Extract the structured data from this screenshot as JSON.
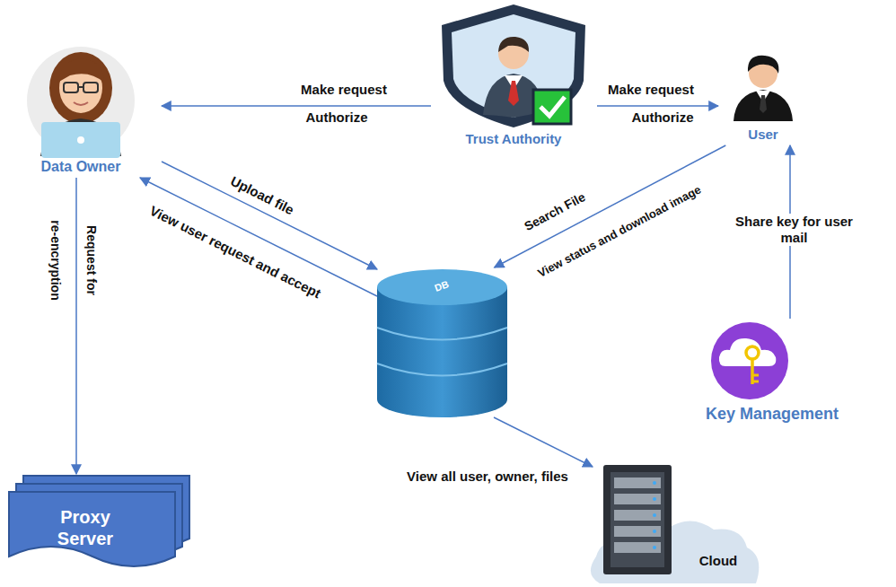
{
  "diagram": {
    "nodes": [
      {
        "text": [
          "Trust Authority"
        ]
      },
      {
        "text": [
          "Data Owner"
        ]
      },
      {
        "text": [
          "User"
        ]
      },
      {
        "text": [
          "DB"
        ]
      },
      {
        "text": [
          "Key Management"
        ]
      },
      {
        "text": [
          "Proxy Server"
        ]
      },
      {
        "text": [
          "Cloud"
        ]
      }
    ],
    "edges": [
      {
        "from": 0,
        "to": 1,
        "arrow": "to",
        "label": "Make request"
      },
      {
        "from": 0,
        "to": 2,
        "arrow": "to",
        "label": "Make request"
      },
      {
        "from": 1,
        "to": 3,
        "arrow": "to",
        "label": "Upload file"
      },
      {
        "from": 3,
        "to": 1,
        "arrow": "to",
        "label": "View user request and accept"
      },
      {
        "from": 2,
        "to": 3,
        "arrow": "to",
        "label": "Search File"
      },
      {
        "from": 1,
        "to": 5,
        "arrow": "to",
        "label": "Request for"
      },
      {
        "from": 4,
        "to": 2,
        "arrow": "to",
        "label": "Share key for user mail"
      },
      {
        "from": 3,
        "to": 6,
        "arrow": "to",
        "label": "View all user, owner, files"
      }
    ],
    "labels": [
      "Authorize",
      "Authorize",
      "View status and download image",
      "re-encryption"
    ]
  }
}
